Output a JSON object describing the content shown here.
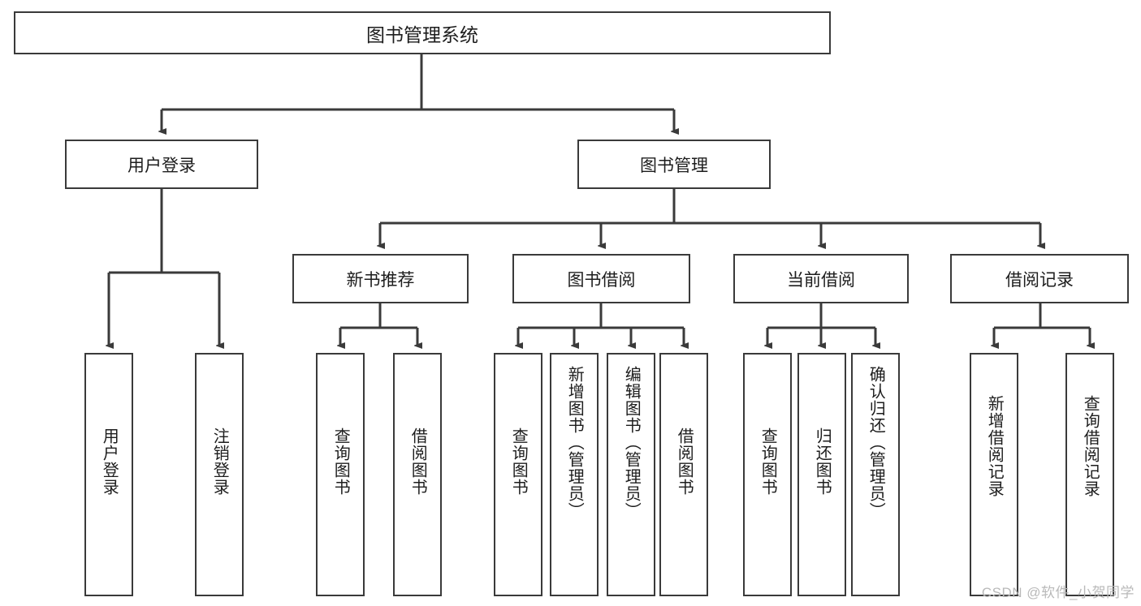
{
  "diagram": {
    "title": "图书管理系统",
    "watermark": "CSDN @软件_小贺同学",
    "root": {
      "label": "图书管理系统"
    },
    "level1": [
      {
        "label": "用户登录"
      },
      {
        "label": "图书管理"
      }
    ],
    "level2": [
      {
        "label": "新书推荐"
      },
      {
        "label": "图书借阅"
      },
      {
        "label": "当前借阅"
      },
      {
        "label": "借阅记录"
      }
    ],
    "leaves": {
      "user_login": [
        {
          "label": "用户登录"
        },
        {
          "label": "注销登录"
        }
      ],
      "new_book_recommend": [
        {
          "label": "查询图书"
        },
        {
          "label": "借阅图书"
        }
      ],
      "book_borrow": [
        {
          "label": "查询图书"
        },
        {
          "label": "新增图书（管理员）"
        },
        {
          "label": "编辑图书（管理员）"
        },
        {
          "label": "借阅图书"
        }
      ],
      "current_borrow": [
        {
          "label": "查询图书"
        },
        {
          "label": "归还图书"
        },
        {
          "label": "确认归还（管理员）"
        }
      ],
      "borrow_record": [
        {
          "label": "新增借阅记录"
        },
        {
          "label": "查询借阅记录"
        }
      ]
    }
  },
  "colors": {
    "stroke": "#3a3a3a",
    "background": "#ffffff",
    "text": "#1d1d1d",
    "watermark": "#b9b9b9"
  }
}
